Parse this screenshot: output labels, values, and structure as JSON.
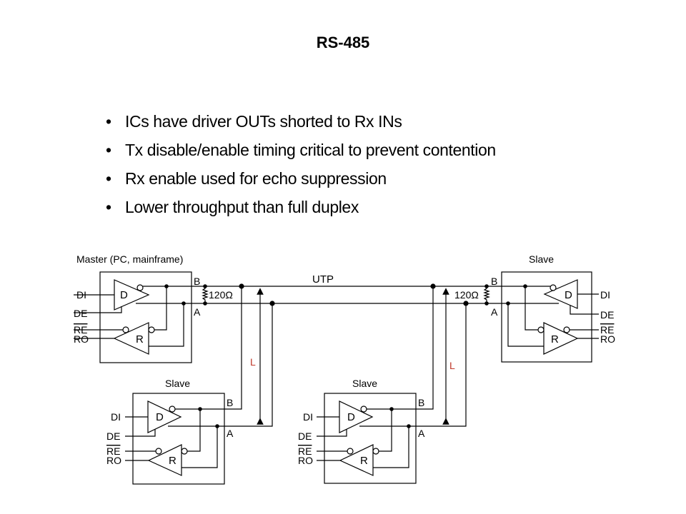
{
  "slide": {
    "title": "RS-485",
    "bullets": [
      "ICs have driver OUTs shorted to Rx INs",
      "Tx disable/enable timing critical to prevent contention",
      "Rx enable used for echo suppression",
      "Lower throughput than full duplex"
    ],
    "bullet_glyph": "•"
  },
  "diagram": {
    "bus_label": "UTP",
    "line_b": "B",
    "line_a": "A",
    "termination": "120Ω",
    "stub_length_label": "L",
    "accent_color": "#c0392b",
    "nodes": [
      {
        "title": "Master (PC, mainframe)",
        "pins": {
          "di": "DI",
          "de": "DE",
          "re": "RE",
          "ro": "RO"
        },
        "driver": "D",
        "receiver": "R"
      },
      {
        "title": "Slave",
        "pins": {
          "di": "DI",
          "de": "DE",
          "re": "RE",
          "ro": "RO"
        },
        "driver": "D",
        "receiver": "R"
      },
      {
        "title": "Slave",
        "pins": {
          "di": "DI",
          "de": "DE",
          "re": "RE",
          "ro": "RO"
        },
        "driver": "D",
        "receiver": "R"
      },
      {
        "title": "Slave",
        "pins": {
          "di": "DI",
          "de": "DE",
          "re": "RE",
          "ro": "RO"
        },
        "driver": "D",
        "receiver": "R"
      }
    ]
  }
}
